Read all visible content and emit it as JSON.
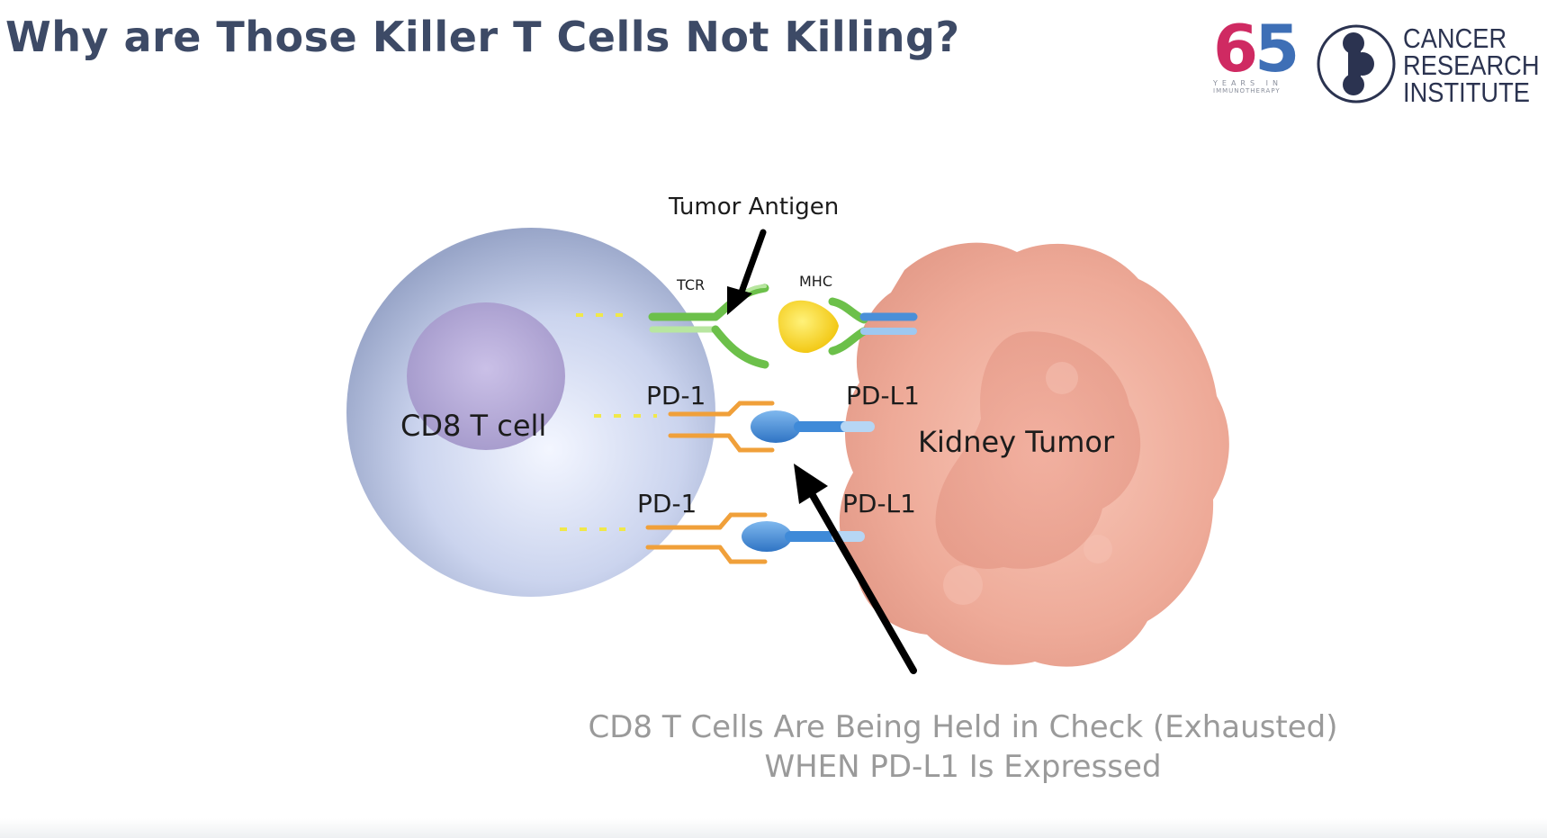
{
  "title": "Why are Those Killer T Cells Not Killing?",
  "logos": {
    "anniversary": {
      "digit1": "6",
      "digit2": "5",
      "line1": "YEARS IN",
      "line2": "IMMUNOTHERAPY"
    },
    "cri": {
      "line1": "CANCER",
      "line2": "RESEARCH",
      "line3": "INSTITUTE"
    }
  },
  "diagram": {
    "t_cell_label": "CD8 T cell",
    "tumor_label": "Kidney Tumor",
    "tumor_antigen_label": "Tumor Antigen",
    "tcr_label": "TCR",
    "mhc_label": "MHC",
    "pd1_upper_label": "PD-1",
    "pdl1_upper_label": "PD-L1",
    "pd1_lower_label": "PD-1",
    "pdl1_lower_label": "PD-L1"
  },
  "caption": {
    "line1": "CD8 T Cells Are Being Held in Check (Exhausted)",
    "line2": "WHEN PD-L1 Is Expressed"
  },
  "colors": {
    "title": "#3d4a66",
    "t_cell": "#b9c4e4",
    "nucleus": "#a99bd0",
    "tumor": "#efaa9a",
    "tcr": "#6cc04a",
    "mhc": "#4a8fd8",
    "antigen": "#f6d11e",
    "pd1": "#f0a03a",
    "pdl1": "#3f8ad8",
    "caption": "#9a9a9a"
  }
}
